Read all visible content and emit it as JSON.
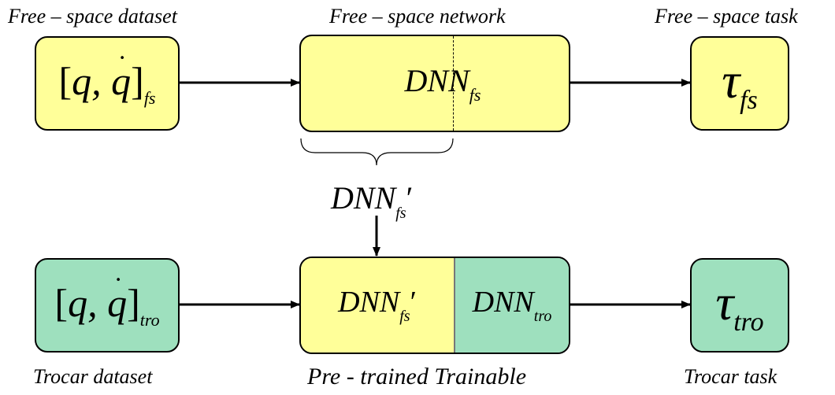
{
  "colors": {
    "yellow": "#FFFF99",
    "green": "#9EE0BE",
    "stroke": "#000000"
  },
  "captions": {
    "fs_dataset": "Free – space dataset",
    "fs_network": "Free – space network",
    "fs_task": "Free – space task",
    "tro_dataset": "Trocar dataset",
    "network_parts": "Pre - trained Trainable",
    "tro_task": "Trocar task"
  },
  "math": {
    "q": "q",
    "qdot": "q",
    "comma": ", ",
    "sub_fs": "fs",
    "sub_tro": "tro",
    "dnn": "DNN",
    "prime": "′",
    "tau": "τ"
  }
}
